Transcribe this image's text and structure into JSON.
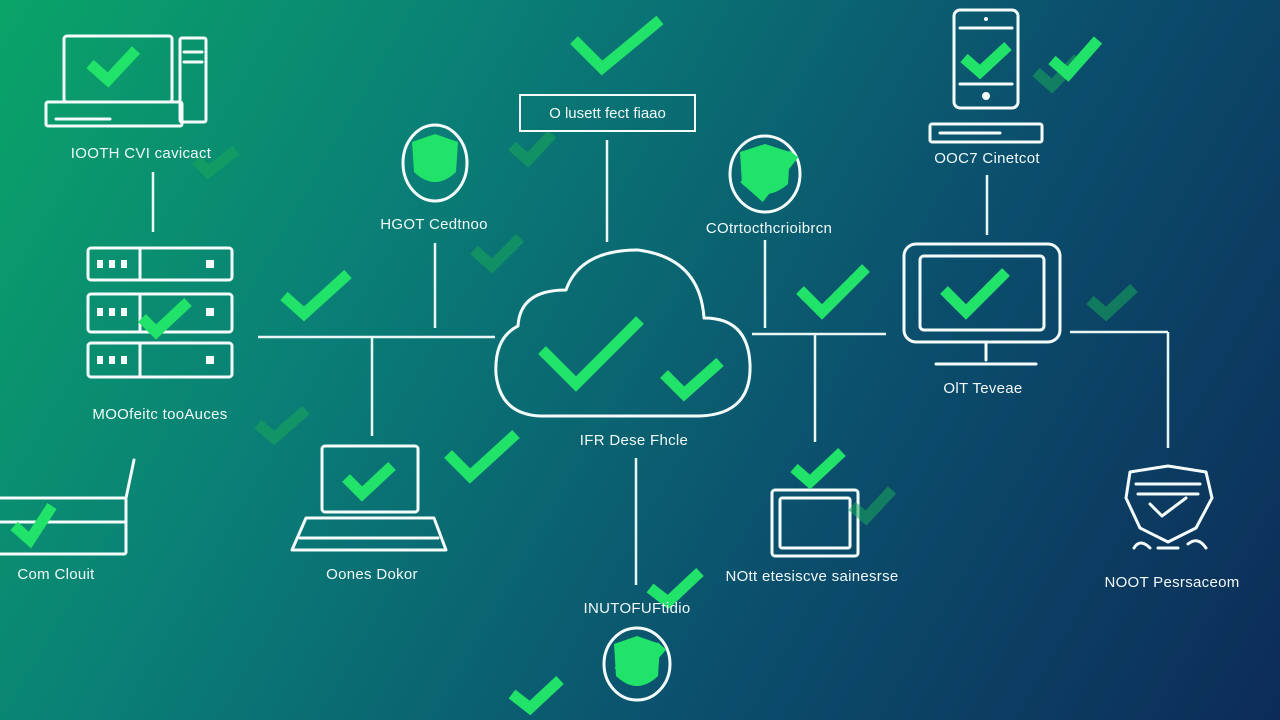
{
  "diagram": {
    "nodes": {
      "desktop_top_left": "IOOTH CVI cavicact",
      "cloud_box": "O lusett fect fiaao",
      "security_left": "HGOT Cedtnoo",
      "security_right": "COtrtocthcrioibrcn",
      "phone_top_right": "OOC7 Cinetcot",
      "server_stack": "MOOfeitc tooAuces",
      "cloud_center": "IFR Dese Fhcle",
      "monitor_right": "OlT Teveae",
      "router_left": "Com Clouit",
      "laptop_center": "Oones Dokor",
      "tablet": "NOtt etesiscve sainesrse",
      "bottom_shield": "INUTOFUFtidio",
      "badge_right": "NOOT Pesrsaceom"
    },
    "colors": {
      "check_green": "#22e36a",
      "line_white": "#e9f6f6",
      "bg_green": "#0aa468",
      "bg_navy": "#0c2c57"
    },
    "icons": [
      "desktop-icon",
      "cloud-icon",
      "shield-icon",
      "server-icon",
      "monitor-icon",
      "laptop-icon",
      "tablet-icon",
      "phone-icon",
      "router-icon",
      "badge-icon",
      "checkmark-icon"
    ]
  }
}
